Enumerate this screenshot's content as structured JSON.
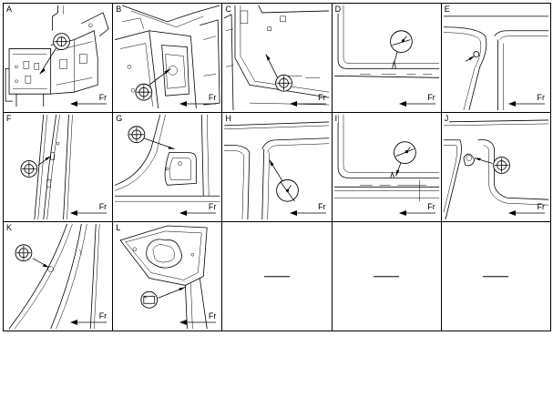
{
  "panels": [
    {
      "label": "A",
      "fr": "Fr",
      "icon": "circled-crosshair-icon"
    },
    {
      "label": "B",
      "fr": "Fr",
      "icon": "circled-crosshair-icon"
    },
    {
      "label": "C",
      "fr": "Fr",
      "icon": "circled-crosshair-icon"
    },
    {
      "label": "D",
      "fr": "Fr",
      "icon": "circled-pin-icon"
    },
    {
      "label": "E",
      "fr": "Fr",
      "icon": "circled-pin-icon"
    },
    {
      "label": "F",
      "fr": "Fr",
      "icon": "circled-crosshair-icon"
    },
    {
      "label": "G",
      "fr": "Fr",
      "icon": "circled-crosshair-icon"
    },
    {
      "label": "H",
      "fr": "Fr",
      "icon": "circled-pin-icon"
    },
    {
      "label": "I",
      "fr": "Fr",
      "icon": "circled-pin-icon"
    },
    {
      "label": "J",
      "fr": "Fr",
      "icon": "circled-crosshair-icon"
    },
    {
      "label": "K",
      "fr": "Fr",
      "icon": "circled-crosshair-icon"
    },
    {
      "label": "L",
      "fr": "Fr",
      "icon": "circled-square-icon"
    }
  ],
  "empty_cells": [
    {
      "text": ""
    },
    {
      "text": ""
    },
    {
      "text": ""
    }
  ]
}
